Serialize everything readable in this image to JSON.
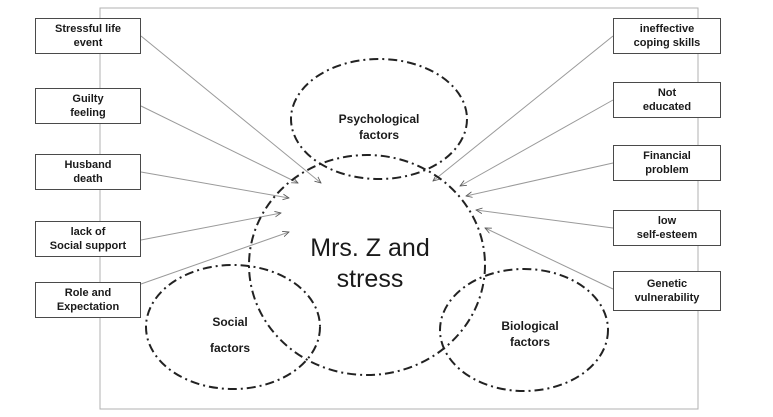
{
  "center": {
    "line1": "Mrs. Z and",
    "line2": "stress"
  },
  "circles": {
    "psychological": {
      "line1": "Psychological",
      "line2": "factors"
    },
    "social": {
      "line1": "Social",
      "line2": "factors"
    },
    "biological": {
      "line1": "Biological",
      "line2": "factors"
    }
  },
  "left_boxes": [
    {
      "line1": "Stressful life",
      "line2": "event"
    },
    {
      "line1": "Guilty",
      "line2": "feeling"
    },
    {
      "line1": "Husband",
      "line2": "death"
    },
    {
      "line1": "lack of",
      "line2": "Social support"
    },
    {
      "line1": "Role and",
      "line2": "Expectation"
    }
  ],
  "right_boxes": [
    {
      "line1": "ineffective",
      "line2": "coping skills"
    },
    {
      "line1": "Not",
      "line2": "educated"
    },
    {
      "line1": "Financial",
      "line2": "problem"
    },
    {
      "line1": "low",
      "line2": "self-esteem"
    },
    {
      "line1": "Genetic",
      "line2": "vulnerability"
    }
  ]
}
